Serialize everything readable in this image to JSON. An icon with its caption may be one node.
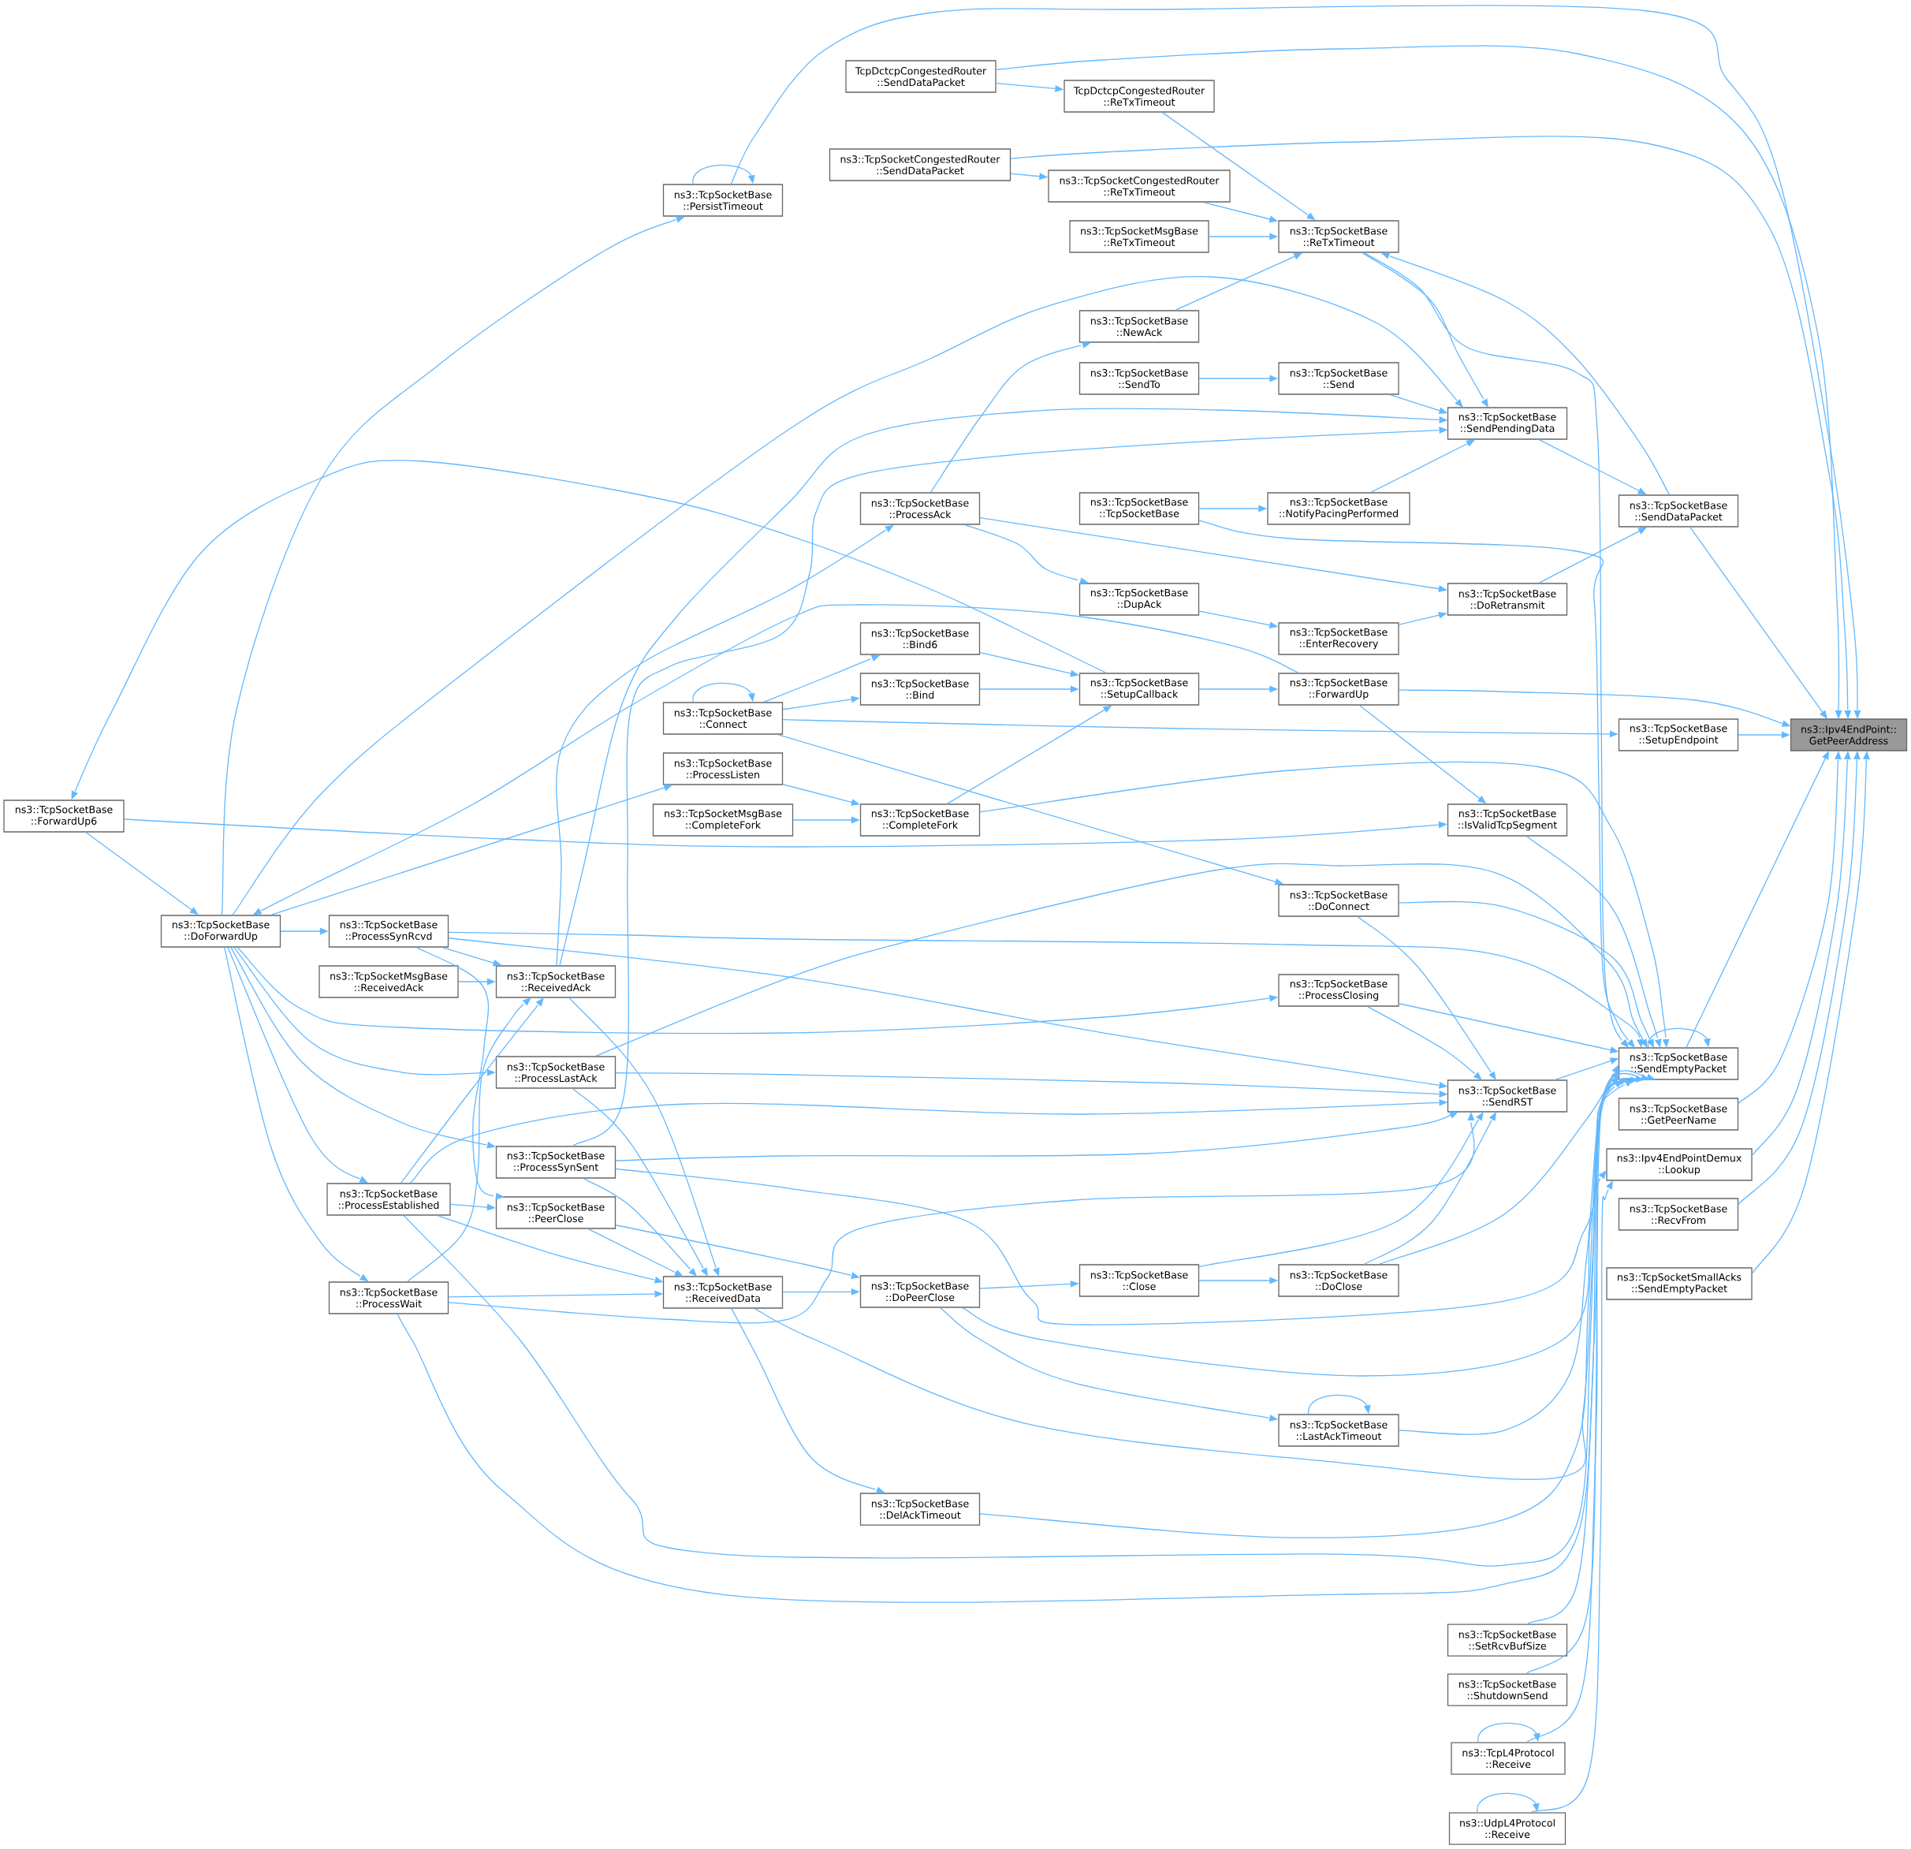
{
  "diagram": {
    "nodes": [
      {
        "text": [
          "TcpDctcpCongestedRouter ::SendDataPacket"
        ]
      },
      {
        "text": [
          "TcpDctcpCongestedRouter ::ReTxTimeout"
        ]
      },
      {
        "text": [
          "ns3::TcpSocketCongestedRouter ::SendDataPacket"
        ]
      },
      {
        "text": [
          "ns3::TcpSocketCongestedRouter ::ReTxTimeout"
        ]
      },
      {
        "text": [
          "ns3::TcpSocketBase ::PersistTimeout"
        ]
      },
      {
        "text": [
          "ns3::TcpSocketMsgBase ::ReTxTimeout"
        ]
      },
      {
        "text": [
          "ns3::TcpSocketBase ::ReTxTimeout"
        ]
      },
      {
        "text": [
          "ns3::TcpSocketBase ::NewAck"
        ]
      },
      {
        "text": [
          "ns3::TcpSocketBase ::SendTo"
        ]
      },
      {
        "text": [
          "ns3::TcpSocketBase ::Send"
        ]
      },
      {
        "text": [
          "ns3::TcpSocketBase ::SendPendingData"
        ]
      },
      {
        "text": [
          "ns3::TcpSocketBase ::ProcessAck"
        ]
      },
      {
        "text": [
          "ns3::TcpSocketBase ::TcpSocketBase"
        ]
      },
      {
        "text": [
          "ns3::TcpSocketBase ::NotifyPacingPerformed"
        ]
      },
      {
        "text": [
          "ns3::TcpSocketBase ::SendDataPacket"
        ]
      },
      {
        "text": [
          "ns3::TcpSocketBase ::DupAck"
        ]
      },
      {
        "text": [
          "ns3::TcpSocketBase ::DoRetransmit"
        ]
      },
      {
        "text": [
          "ns3::TcpSocketBase ::Bind6"
        ]
      },
      {
        "text": [
          "ns3::TcpSocketBase ::EnterRecovery"
        ]
      },
      {
        "text": [
          "ns3::TcpSocketBase ::Connect"
        ]
      },
      {
        "text": [
          "ns3::TcpSocketBase ::Bind"
        ]
      },
      {
        "text": [
          "ns3::TcpSocketBase ::SetupCallback"
        ]
      },
      {
        "text": [
          "ns3::TcpSocketBase ::ForwardUp"
        ]
      },
      {
        "text": [
          "ns3::TcpSocketBase ::SetupEndpoint"
        ]
      },
      {
        "text": [
          "ns3::Ipv4EndPoint:: GetPeerAddress"
        ]
      },
      {
        "text": [
          "ns3::TcpSocketBase ::ProcessListen"
        ]
      },
      {
        "text": [
          "ns3::TcpSocketBase ::ForwardUp6"
        ]
      },
      {
        "text": [
          "ns3::TcpSocketMsgBase ::CompleteFork"
        ]
      },
      {
        "text": [
          "ns3::TcpSocketBase ::CompleteFork"
        ]
      },
      {
        "text": [
          "ns3::TcpSocketBase ::IsValidTcpSegment"
        ]
      },
      {
        "text": [
          "ns3::TcpSocketBase ::DoConnect"
        ]
      },
      {
        "text": [
          "ns3::TcpSocketBase ::DoForwardUp"
        ]
      },
      {
        "text": [
          "ns3::TcpSocketBase ::ProcessSynRcvd"
        ]
      },
      {
        "text": [
          "ns3::TcpSocketMsgBase ::ReceivedAck"
        ]
      },
      {
        "text": [
          "ns3::TcpSocketBase ::ReceivedAck"
        ]
      },
      {
        "text": [
          "ns3::TcpSocketBase ::ProcessClosing"
        ]
      },
      {
        "text": [
          "ns3::TcpSocketBase ::SendEmptyPacket"
        ]
      },
      {
        "text": [
          "ns3::TcpSocketBase ::ProcessLastAck"
        ]
      },
      {
        "text": [
          "ns3::TcpSocketBase ::SendRST"
        ]
      },
      {
        "text": [
          "ns3::TcpSocketBase ::GetPeerName"
        ]
      },
      {
        "text": [
          "ns3::TcpSocketBase ::ProcessSynSent"
        ]
      },
      {
        "text": [
          "ns3::Ipv4EndPointDemux ::Lookup"
        ]
      },
      {
        "text": [
          "ns3::TcpSocketBase ::ProcessEstablished"
        ]
      },
      {
        "text": [
          "ns3::TcpSocketBase ::PeerClose"
        ]
      },
      {
        "text": [
          "ns3::TcpSocketBase ::RecvFrom"
        ]
      },
      {
        "text": [
          "ns3::TcpSocketBase ::Close"
        ]
      },
      {
        "text": [
          "ns3::TcpSocketBase ::DoClose"
        ]
      },
      {
        "text": [
          "ns3::TcpSocketSmallAcks ::SendEmptyPacket"
        ]
      },
      {
        "text": [
          "ns3::TcpSocketBase ::ReceivedData"
        ]
      },
      {
        "text": [
          "ns3::TcpSocketBase ::DoPeerClose"
        ]
      },
      {
        "text": [
          "ns3::TcpSocketBase ::ProcessWait"
        ]
      },
      {
        "text": [
          "ns3::TcpSocketBase ::LastAckTimeout"
        ]
      },
      {
        "text": [
          "ns3::TcpSocketBase ::DelAckTimeout"
        ]
      },
      {
        "text": [
          "ns3::TcpSocketBase ::SetRcvBufSize"
        ]
      },
      {
        "text": [
          "ns3::TcpSocketBase ::ShutdownSend"
        ]
      },
      {
        "text": [
          "ns3::TcpL4Protocol ::Receive"
        ]
      },
      {
        "text": [
          "ns3::UdpL4Protocol ::Receive"
        ]
      }
    ],
    "edges": [
      {
        "from": 0,
        "to": 24,
        "arrow": "to"
      },
      {
        "from": 2,
        "to": 24,
        "arrow": "to"
      },
      {
        "from": 4,
        "to": 24,
        "arrow": "to"
      },
      {
        "from": 14,
        "to": 24,
        "arrow": "to"
      },
      {
        "from": 22,
        "to": 24,
        "arrow": "to"
      },
      {
        "from": 23,
        "to": 24,
        "arrow": "to"
      },
      {
        "from": 36,
        "to": 24,
        "arrow": "to"
      },
      {
        "from": 39,
        "to": 24,
        "arrow": "to"
      },
      {
        "from": 41,
        "to": 24,
        "arrow": "to"
      },
      {
        "from": 44,
        "to": 24,
        "arrow": "to"
      },
      {
        "from": 47,
        "to": 24,
        "arrow": "to"
      },
      {
        "from": 0,
        "to": 1,
        "arrow": "to"
      },
      {
        "from": 1,
        "to": 6,
        "arrow": "to"
      },
      {
        "from": 2,
        "to": 3,
        "arrow": "to"
      },
      {
        "from": 3,
        "to": 6,
        "arrow": "to"
      },
      {
        "from": 5,
        "to": 6,
        "arrow": "to"
      },
      {
        "from": 4,
        "to": 4,
        "arrow": "to"
      },
      {
        "from": 31,
        "to": 4,
        "arrow": "to"
      },
      {
        "from": 7,
        "to": 6,
        "arrow": "to"
      },
      {
        "from": 8,
        "to": 9,
        "arrow": "to"
      },
      {
        "from": 9,
        "to": 10,
        "arrow": "to"
      },
      {
        "from": 6,
        "to": 10,
        "arrow": "to"
      },
      {
        "from": 6,
        "to": 36,
        "arrow": "to"
      },
      {
        "from": 14,
        "to": 6,
        "arrow": "to"
      },
      {
        "from": 10,
        "to": 14,
        "arrow": "to"
      },
      {
        "from": 13,
        "to": 10,
        "arrow": "to"
      },
      {
        "from": 12,
        "to": 13,
        "arrow": "to"
      },
      {
        "from": 12,
        "to": 36,
        "arrow": "to"
      },
      {
        "from": 11,
        "to": 7,
        "arrow": "to"
      },
      {
        "from": 11,
        "to": 15,
        "arrow": "to"
      },
      {
        "from": 11,
        "to": 16,
        "arrow": "to"
      },
      {
        "from": 15,
        "to": 18,
        "arrow": "to"
      },
      {
        "from": 18,
        "to": 16,
        "arrow": "to"
      },
      {
        "from": 16,
        "to": 14,
        "arrow": "to"
      },
      {
        "from": 17,
        "to": 21,
        "arrow": "to"
      },
      {
        "from": 20,
        "to": 21,
        "arrow": "to"
      },
      {
        "from": 21,
        "to": 22,
        "arrow": "to"
      },
      {
        "from": 21,
        "to": 26,
        "arrow": "to"
      },
      {
        "from": 22,
        "to": 31,
        "arrow": "to"
      },
      {
        "from": 22,
        "to": 29,
        "arrow": "to"
      },
      {
        "from": 26,
        "to": 31,
        "arrow": "to"
      },
      {
        "from": 26,
        "to": 29,
        "arrow": "to"
      },
      {
        "from": 31,
        "to": 32,
        "arrow": "to"
      },
      {
        "from": 31,
        "to": 37,
        "arrow": "to"
      },
      {
        "from": 31,
        "to": 35,
        "arrow": "to"
      },
      {
        "from": 31,
        "to": 40,
        "arrow": "to"
      },
      {
        "from": 31,
        "to": 42,
        "arrow": "to"
      },
      {
        "from": 31,
        "to": 50,
        "arrow": "to"
      },
      {
        "from": 31,
        "to": 25,
        "arrow": "to"
      },
      {
        "from": 31,
        "to": 10,
        "arrow": "to"
      },
      {
        "from": 25,
        "to": 28,
        "arrow": "to"
      },
      {
        "from": 27,
        "to": 28,
        "arrow": "to"
      },
      {
        "from": 28,
        "to": 21,
        "arrow": "to"
      },
      {
        "from": 28,
        "to": 36,
        "arrow": "to"
      },
      {
        "from": 29,
        "to": 36,
        "arrow": "to"
      },
      {
        "from": 19,
        "to": 19,
        "arrow": "to"
      },
      {
        "from": 19,
        "to": 17,
        "arrow": "to"
      },
      {
        "from": 19,
        "to": 20,
        "arrow": "to"
      },
      {
        "from": 19,
        "to": 23,
        "arrow": "to"
      },
      {
        "from": 19,
        "to": 30,
        "arrow": "to"
      },
      {
        "from": 30,
        "to": 36,
        "arrow": "to"
      },
      {
        "from": 30,
        "to": 38,
        "arrow": "to"
      },
      {
        "from": 32,
        "to": 34,
        "arrow": "to"
      },
      {
        "from": 32,
        "to": 43,
        "arrow": "to"
      },
      {
        "from": 32,
        "to": 36,
        "arrow": "to"
      },
      {
        "from": 32,
        "to": 38,
        "arrow": "to"
      },
      {
        "from": 33,
        "to": 34,
        "arrow": "to"
      },
      {
        "from": 34,
        "to": 11,
        "arrow": "to"
      },
      {
        "from": 34,
        "to": 10,
        "arrow": "to"
      },
      {
        "from": 40,
        "to": 10,
        "arrow": "to"
      },
      {
        "from": 34,
        "to": 48,
        "arrow": "to"
      },
      {
        "from": 42,
        "to": 34,
        "arrow": "to"
      },
      {
        "from": 50,
        "to": 34,
        "arrow": "to"
      },
      {
        "from": 37,
        "to": 48,
        "arrow": "to"
      },
      {
        "from": 40,
        "to": 48,
        "arrow": "to"
      },
      {
        "from": 42,
        "to": 43,
        "arrow": "to"
      },
      {
        "from": 42,
        "to": 48,
        "arrow": "to"
      },
      {
        "from": 42,
        "to": 38,
        "arrow": "to"
      },
      {
        "from": 42,
        "to": 36,
        "arrow": "to"
      },
      {
        "from": 43,
        "to": 48,
        "arrow": "to"
      },
      {
        "from": 43,
        "to": 49,
        "arrow": "to"
      },
      {
        "from": 50,
        "to": 48,
        "arrow": "to"
      },
      {
        "from": 50,
        "to": 38,
        "arrow": "to"
      },
      {
        "from": 50,
        "to": 36,
        "arrow": "to"
      },
      {
        "from": 37,
        "to": 38,
        "arrow": "to"
      },
      {
        "from": 37,
        "to": 36,
        "arrow": "to"
      },
      {
        "from": 40,
        "to": 38,
        "arrow": "to"
      },
      {
        "from": 40,
        "to": 36,
        "arrow": "to"
      },
      {
        "from": 35,
        "to": 36,
        "arrow": "to"
      },
      {
        "from": 35,
        "to": 38,
        "arrow": "to"
      },
      {
        "from": 38,
        "to": 36,
        "arrow": "to"
      },
      {
        "from": 36,
        "to": 36,
        "arrow": "to"
      },
      {
        "from": 45,
        "to": 46,
        "arrow": "to"
      },
      {
        "from": 45,
        "to": 38,
        "arrow": "to"
      },
      {
        "from": 46,
        "to": 38,
        "arrow": "to"
      },
      {
        "from": 46,
        "to": 36,
        "arrow": "to"
      },
      {
        "from": 49,
        "to": 45,
        "arrow": "to"
      },
      {
        "from": 48,
        "to": 49,
        "arrow": "to"
      },
      {
        "from": 49,
        "to": 51,
        "arrow": "to"
      },
      {
        "from": 49,
        "to": 36,
        "arrow": "to"
      },
      {
        "from": 51,
        "to": 51,
        "arrow": "to"
      },
      {
        "from": 51,
        "to": 36,
        "arrow": "to"
      },
      {
        "from": 48,
        "to": 36,
        "arrow": "to"
      },
      {
        "from": 48,
        "to": 52,
        "arrow": "to"
      },
      {
        "from": 52,
        "to": 36,
        "arrow": "to"
      },
      {
        "from": 53,
        "to": 36,
        "arrow": "to"
      },
      {
        "from": 54,
        "to": 36,
        "arrow": "to"
      },
      {
        "from": 55,
        "to": 55,
        "arrow": "to"
      },
      {
        "from": 55,
        "to": 41,
        "arrow": "to"
      },
      {
        "from": 56,
        "to": 56,
        "arrow": "to"
      },
      {
        "from": 56,
        "to": 41,
        "arrow": "to"
      }
    ]
  }
}
